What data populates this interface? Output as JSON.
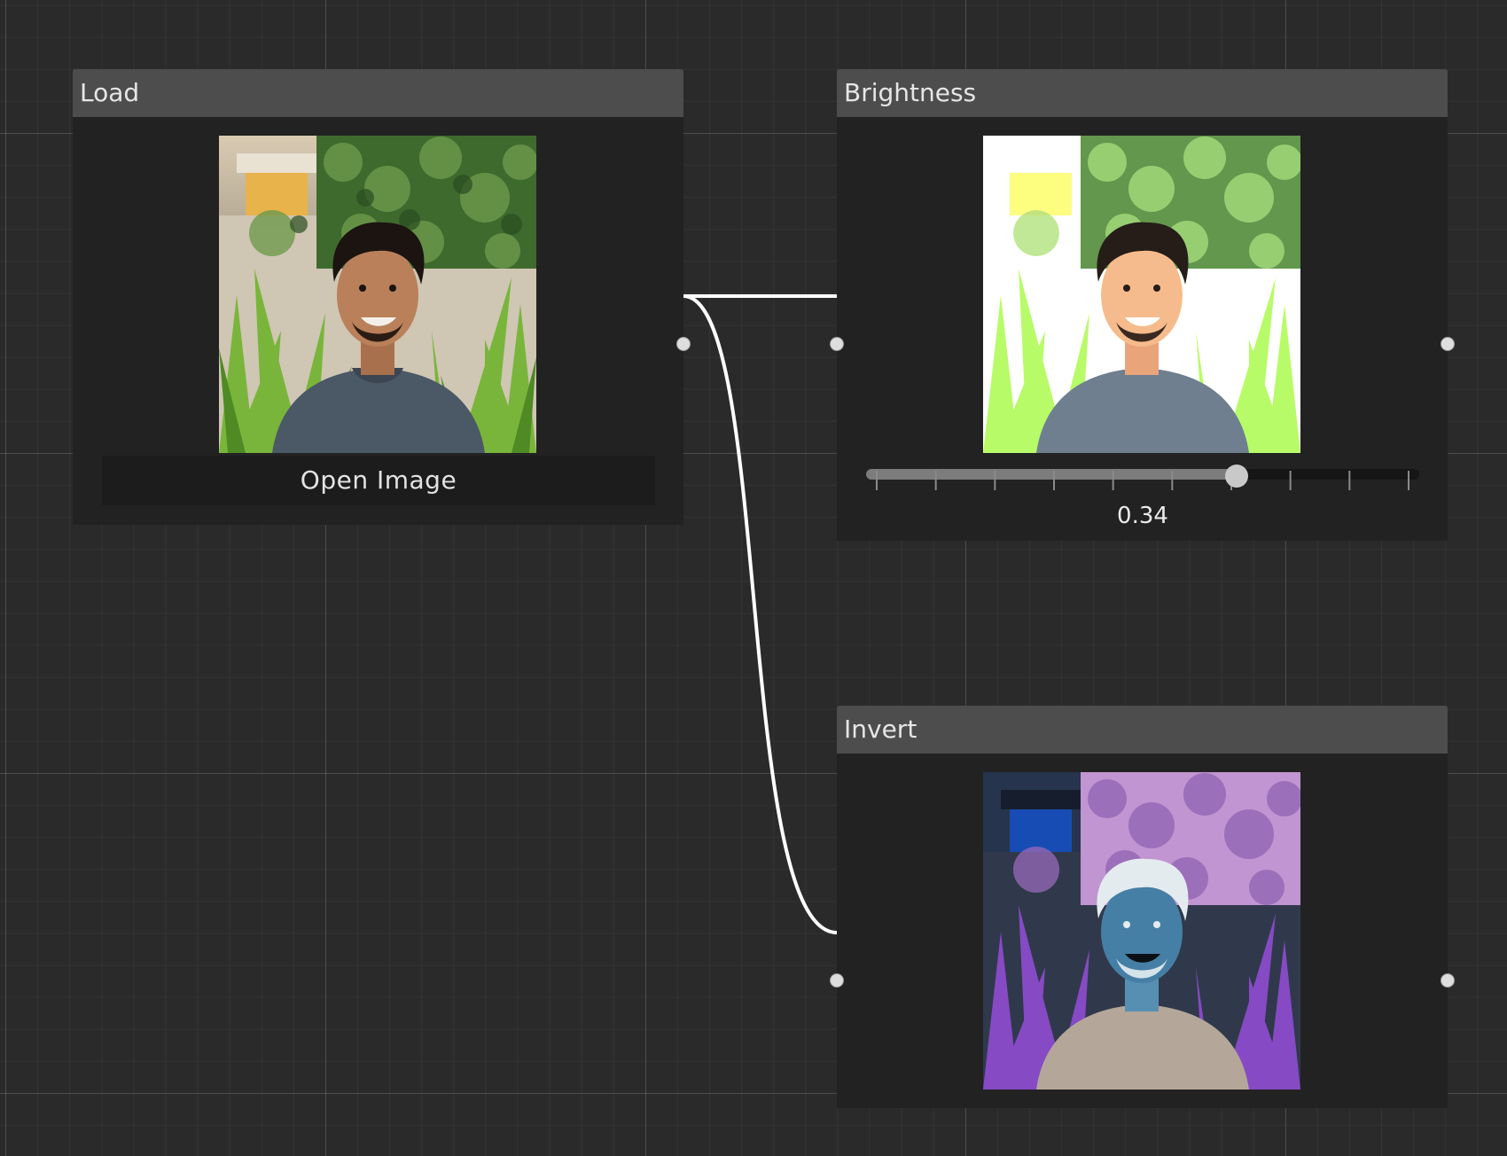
{
  "canvas": {
    "background": "#2a2a2a"
  },
  "nodes": {
    "load": {
      "title": "Load",
      "button_label": "Open Image",
      "image": "portrait-photo"
    },
    "brightness": {
      "title": "Brightness",
      "image": "portrait-photo-brightened",
      "slider": {
        "value": 0.34,
        "value_label": "0.34",
        "min": -1,
        "max": 1,
        "tick_count": 10
      }
    },
    "invert": {
      "title": "Invert",
      "image": "portrait-photo-inverted"
    }
  },
  "connections": [
    {
      "from": "load.output",
      "to": "brightness.input"
    },
    {
      "from": "load.output",
      "to": "invert.input"
    }
  ],
  "colors": {
    "wire": "#ffffff",
    "port": "#dedede",
    "header": "#4d4d4d",
    "node_body": "#222222"
  }
}
